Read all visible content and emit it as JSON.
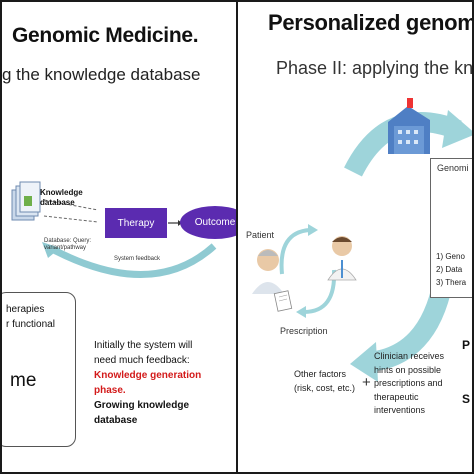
{
  "left": {
    "title": "Genomic Medicine.",
    "subtitle": "g the knowledge database",
    "kb_label_line1": "Knowledge",
    "kb_label_line2": "database",
    "database_query_line1": "Database: Query:",
    "database_query_line2": "variant/pathway",
    "therapy": "Therapy",
    "outcome": "Outcome",
    "system_feedback": "System feedback",
    "note_line1": "herapies",
    "note_line2": "r functional",
    "note_big": "me",
    "initially_line1": "Initially the system will",
    "initially_line2": "need much feedback:",
    "knowledge_generation_line1": "Knowledge generation",
    "knowledge_generation_line2": "phase.",
    "growing_line1": "Growing knowledge",
    "growing_line2": "database"
  },
  "right": {
    "title": "Personalized genom",
    "subtitle": "Phase II: applying the know",
    "patient": "Patient",
    "prescription": "Prescription",
    "other_factors_line1": "Other factors",
    "other_factors_line2": "(risk, cost, etc.)",
    "plus": "+",
    "clinician_line1": "Clinician receives",
    "clinician_line2": "hints on possible",
    "clinician_line3": "prescriptions and",
    "clinician_line4": "therapeutic",
    "clinician_line5": "interventions",
    "genomic_title": "Genomi",
    "list1": "1)  Geno",
    "list2": "2)  Data",
    "list3": "3)  Thera",
    "side_p": "P",
    "side_s": "S"
  },
  "colors": {
    "purple": "#5b2bb0",
    "arrow_cyan": "#9ed4da",
    "highlight_red": "#d31a1a"
  }
}
